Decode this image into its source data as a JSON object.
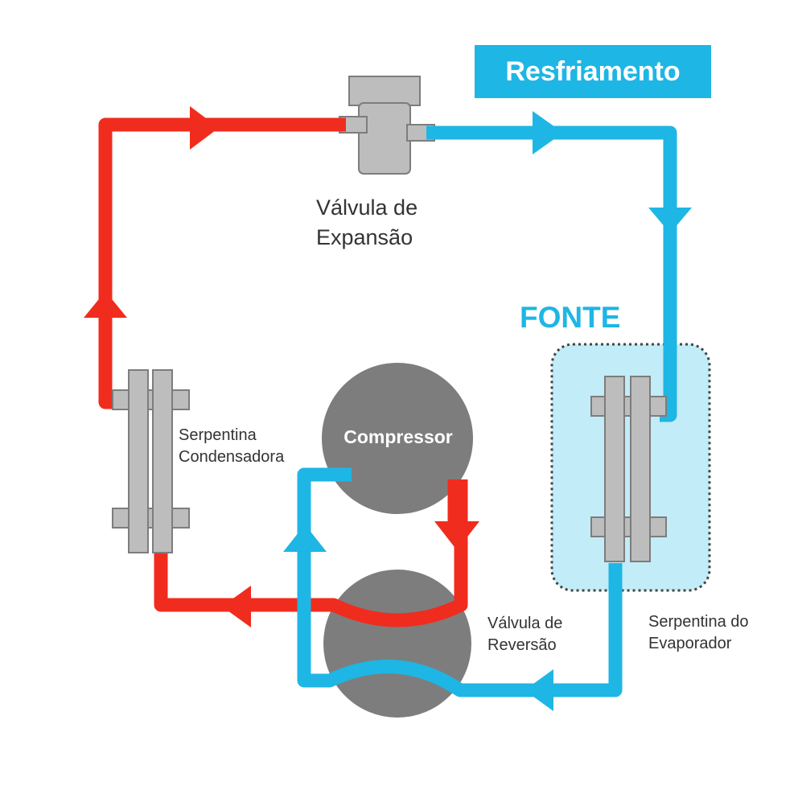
{
  "title": "Resfriamento",
  "source_label": "FONTE",
  "labels": {
    "expansion_valve": [
      "Válvula de",
      "Expansão"
    ],
    "condenser_coil": [
      "Serpentina",
      "Condensadora"
    ],
    "compressor": "Compressor",
    "reversing_valve": [
      "Válvula de",
      "Reversão"
    ],
    "evaporator_coil": [
      "Serpentina do",
      "Evaporador"
    ]
  },
  "colors": {
    "hot_line": "#f02c1e",
    "cold_line": "#1eb6e4",
    "component_gray": "#7d7d7d",
    "coil_gray": "#bdbdbd",
    "source_zone": "#c2ecf7",
    "label_text": "#333333"
  }
}
